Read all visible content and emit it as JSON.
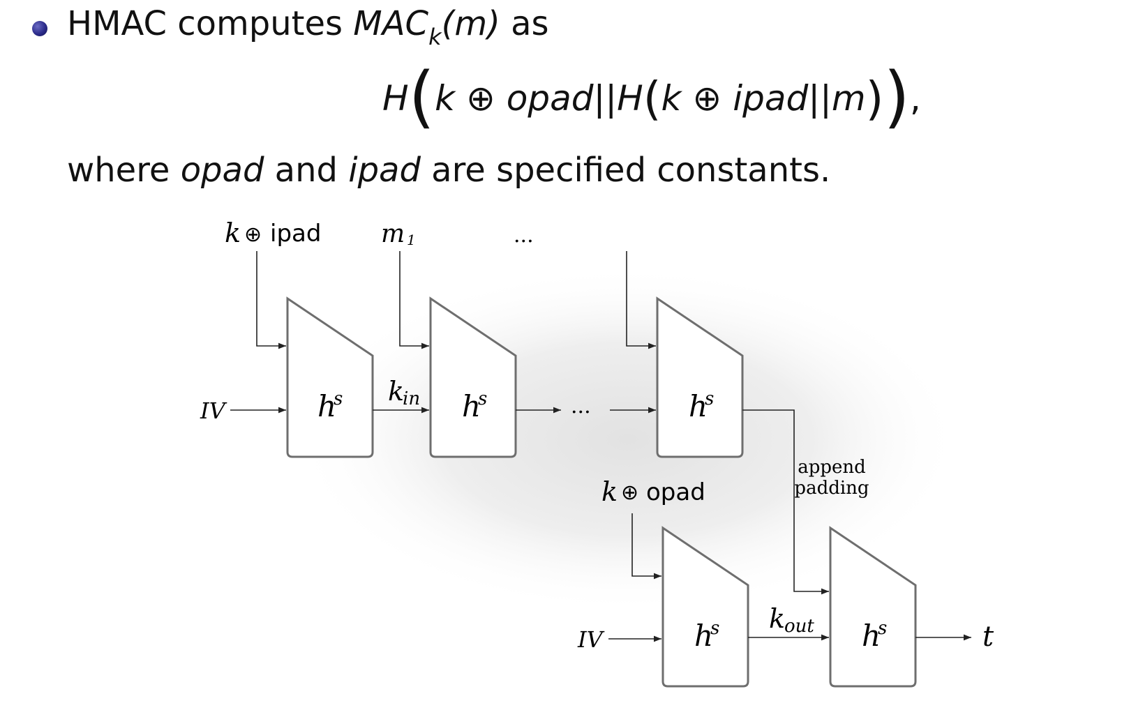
{
  "header": {
    "line1_prefix": "HMAC computes ",
    "mac": "MAC",
    "mac_sub": "k",
    "mac_arg": "(m)",
    "line1_suffix": " as"
  },
  "formula": {
    "h_outer": "H",
    "k1": "k",
    "xor1": "⊕",
    "opad": " opad",
    "concat1": "||",
    "h_inner": "H",
    "k2": "k",
    "xor2": "⊕",
    "ipad": " ipad",
    "concat2": "||",
    "m": "m",
    "comma": ","
  },
  "explanation": {
    "prefix": "where ",
    "opad": "opad",
    "and": " and ",
    "ipad": "ipad",
    "suffix": " are specified constants."
  },
  "diagram": {
    "inputs": {
      "k": "k",
      "xor": "⊕",
      "ipad": "ipad",
      "m": "m",
      "m_sub": "1",
      "ellipsis": "...",
      "k_opad_k": "k",
      "k_opad_xor": "⊕",
      "k_opad_opad": "opad"
    },
    "iv_label": "IV",
    "block": {
      "label": "h",
      "sup": "s"
    },
    "k_in": {
      "base": "k",
      "sub": "in"
    },
    "k_out": {
      "base": "k",
      "sub": "out"
    },
    "chain_ellipsis": "...",
    "append_padding": [
      "append",
      "padding"
    ],
    "output_tag": "t"
  },
  "colors": {
    "bullet": "#2b2b8a",
    "block_stroke": "#6e6e6e",
    "arrow": "#222222",
    "shadow": "#e8e8e8"
  }
}
